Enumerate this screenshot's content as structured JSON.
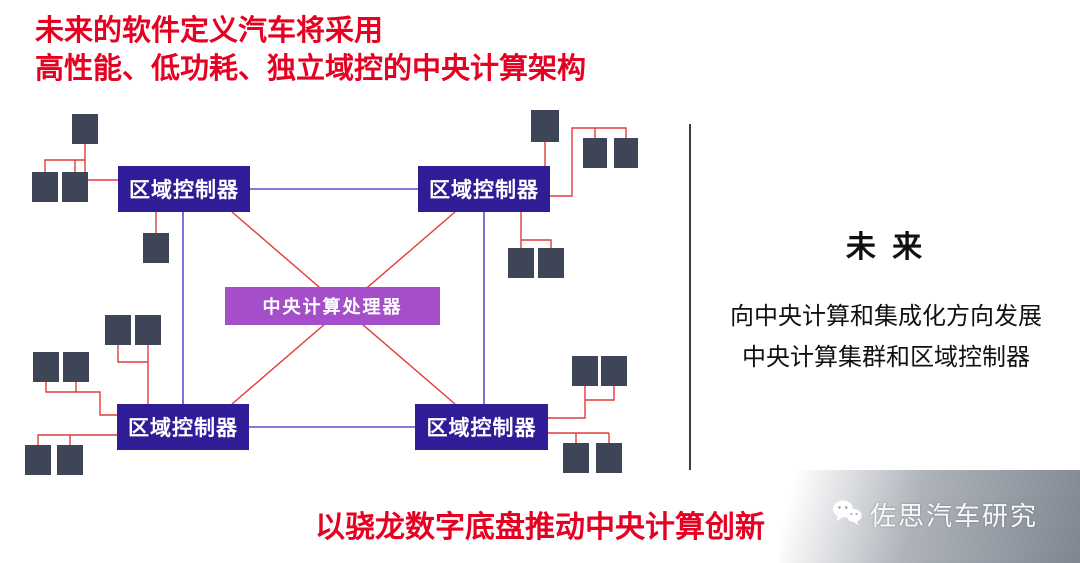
{
  "header": {
    "title_line1": "未来的软件定义汽车将采用",
    "title_line2": "高性能、低功耗、独立域控的中央计算架构"
  },
  "diagram": {
    "zone_controllers": [
      {
        "position": "top-left",
        "label": "区域控制器"
      },
      {
        "position": "top-right",
        "label": "区域控制器"
      },
      {
        "position": "bottom-left",
        "label": "区域控制器"
      },
      {
        "position": "bottom-right",
        "label": "区域控制器"
      }
    ],
    "central_processor": {
      "label": "中央计算处理器"
    }
  },
  "right_panel": {
    "heading": "未 来",
    "lines": [
      "向中央计算和集成化方向发展",
      "中央计算集群和区域控制器"
    ]
  },
  "footer": {
    "slogan": "以骁龙数字底盘推动中央计算创新"
  },
  "watermark": {
    "label": "佐思汽车研究",
    "icon": "wechat-icon"
  },
  "colors": {
    "title_red": "#e60021",
    "box_indigo": "#2e1d96",
    "central_purple": "#a44fc9",
    "ecu_gray": "#3e4557",
    "wire_red": "#e23b3b",
    "wire_purple": "#5a4fd0"
  }
}
